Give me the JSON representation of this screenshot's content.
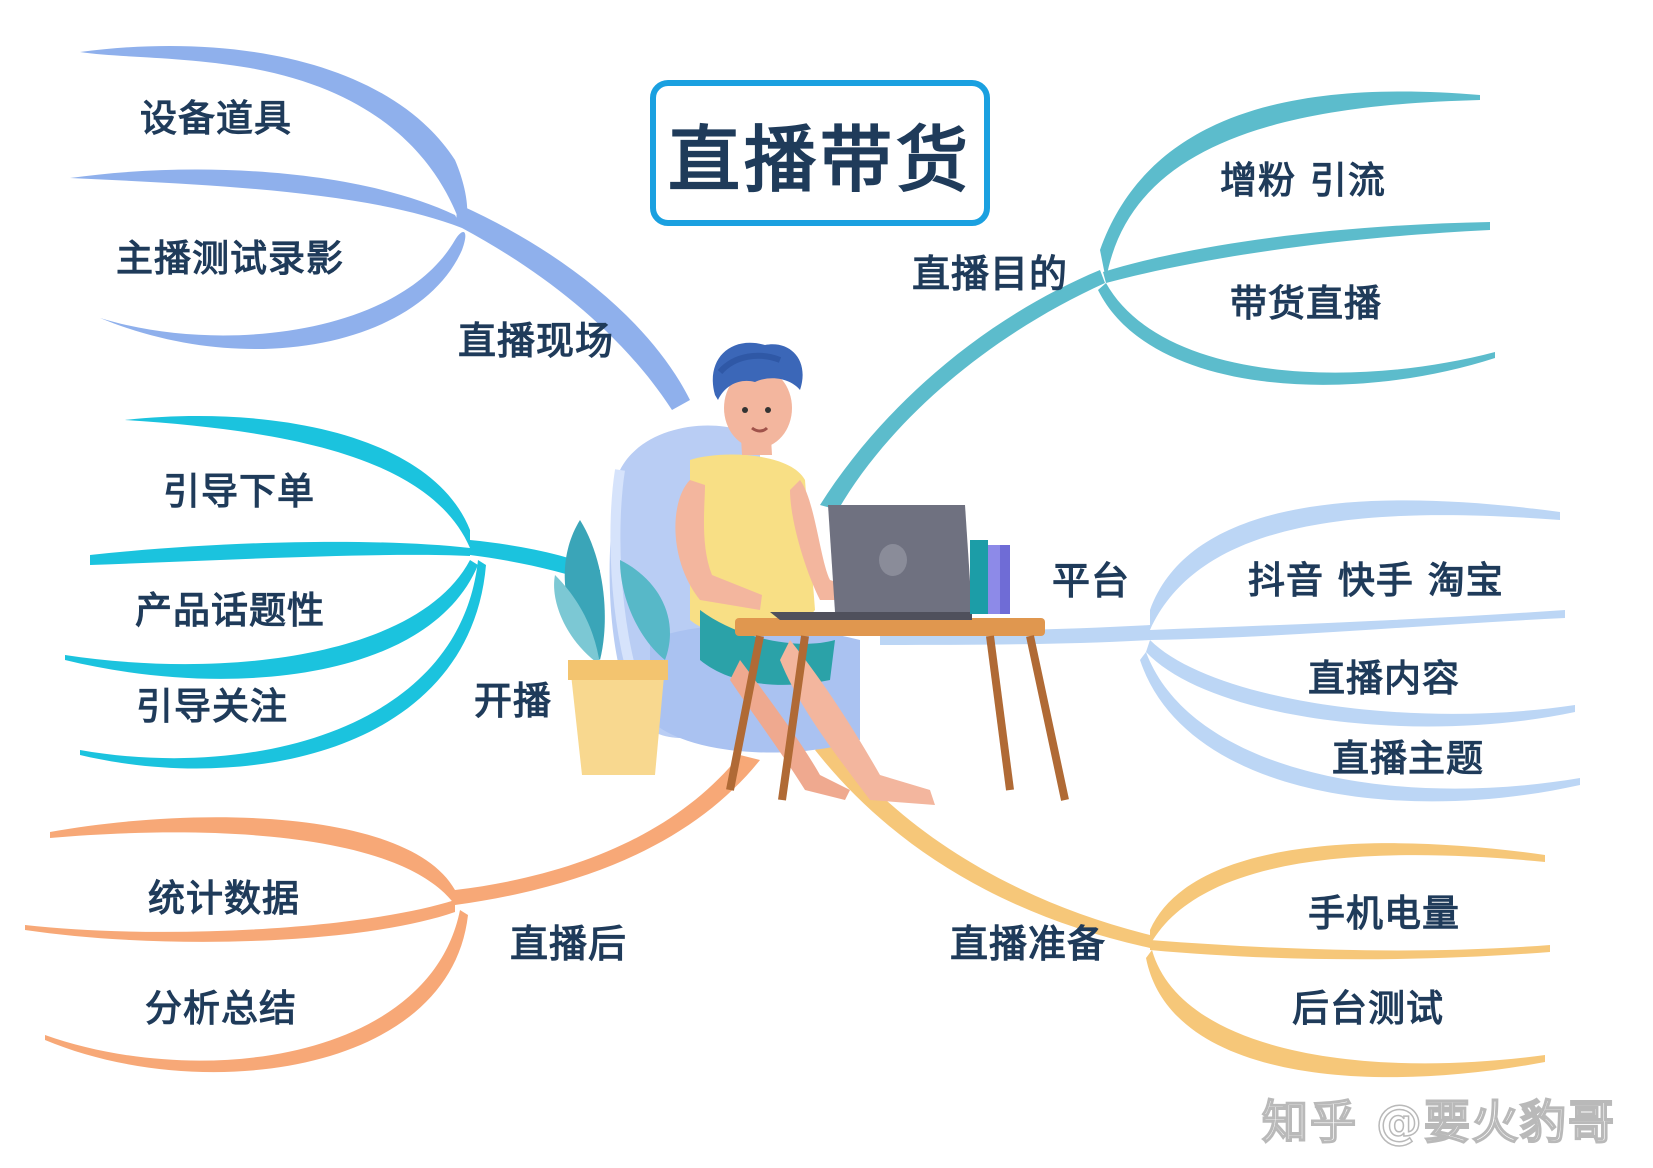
{
  "title": "直播带货",
  "branches": {
    "scene": {
      "label": "直播现场",
      "color": "#8fb0ec",
      "items": [
        "设备道具",
        "主播测试录影"
      ]
    },
    "start": {
      "label": "开播",
      "color": "#1bc3de",
      "items": [
        "引导下单",
        "产品话题性",
        "引导关注"
      ]
    },
    "after": {
      "label": "直播后",
      "color": "#f7a877",
      "items": [
        "统计数据",
        "分析总结"
      ]
    },
    "purpose": {
      "label": "直播目的",
      "color": "#5cbccc",
      "items": [
        "增粉  引流",
        "带货直播"
      ]
    },
    "platform": {
      "label": "平台",
      "color": "#bcd6f5",
      "items": [
        "抖音  快手  淘宝",
        "直播内容",
        "直播主题"
      ]
    },
    "prep": {
      "label": "直播准备",
      "color": "#f6c779",
      "items": [
        "手机电量",
        "后台测试"
      ]
    }
  },
  "watermark": "知乎 @要火豹哥",
  "illustration": "person-with-laptop-illustration"
}
